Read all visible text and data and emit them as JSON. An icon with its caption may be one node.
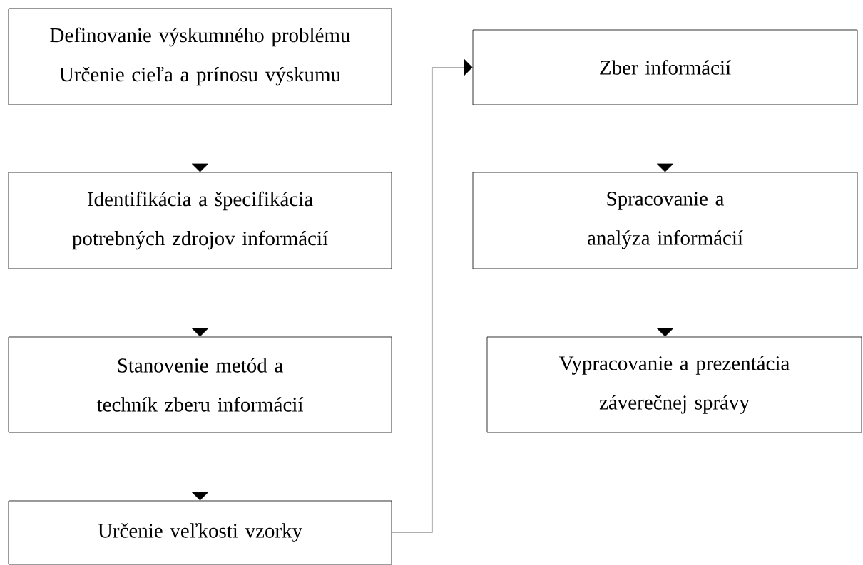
{
  "diagram": {
    "nodes": [
      {
        "text": [
          "Definovanie výskumného problému",
          "Určenie cieľa a prínosu výskumu"
        ]
      },
      {
        "text": [
          "Identifikácia a špecifikácia potrebných zdrojov informácií"
        ]
      },
      {
        "text": [
          "Stanovenie metód a techník zberu informácií"
        ]
      },
      {
        "text": [
          "Určenie veľkosti vzorky"
        ]
      },
      {
        "text": [
          "Zber informácií"
        ]
      },
      {
        "text": [
          "Spracovanie a analýza informácií"
        ]
      },
      {
        "text": [
          "Vypracovanie a prezentácia záverečnej správy"
        ]
      }
    ],
    "edges": [
      {
        "from": 0,
        "to": 1,
        "arrow": "to"
      },
      {
        "from": 1,
        "to": 2,
        "arrow": "to"
      },
      {
        "from": 2,
        "to": 3,
        "arrow": "to"
      },
      {
        "from": 3,
        "to": 4,
        "arrow": "to"
      },
      {
        "from": 4,
        "to": 5,
        "arrow": "to"
      },
      {
        "from": 5,
        "to": 6,
        "arrow": "to"
      }
    ]
  }
}
